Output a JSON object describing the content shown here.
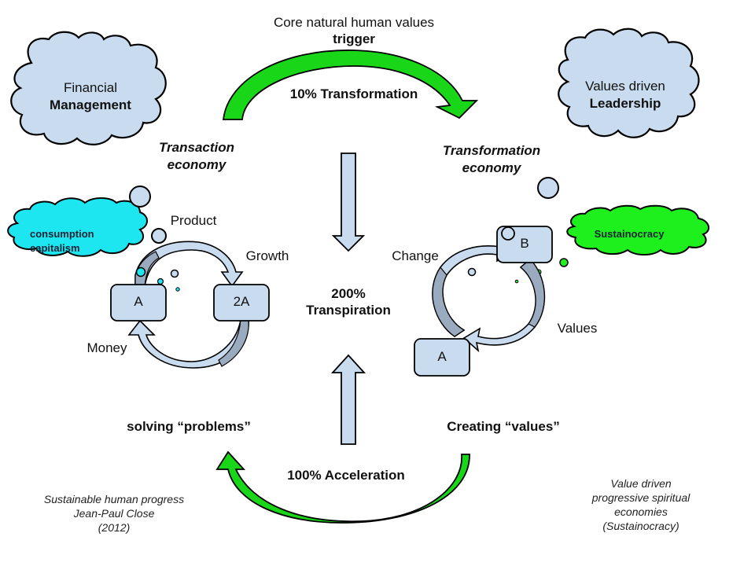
{
  "colors": {
    "cloud_blue": "#c9dcef",
    "cloud_cyan": "#1ee6f0",
    "cloud_green": "#1ef01e",
    "arrow_green": "#19d619",
    "arrow_blue": "#c9dcef",
    "cycle_shadow": "#9aabbf",
    "outline": "#000000"
  },
  "top": {
    "line1": "Core natural human values",
    "line2": "trigger",
    "arrow_label": "10% Transformation"
  },
  "center": {
    "line1": "200%",
    "line2": "Transpiration"
  },
  "bottom": {
    "arrow_label": "100% Acceleration",
    "left_caption": "solving “problems”",
    "right_caption": "Creating “values”"
  },
  "left": {
    "cloud_line1": "Financial",
    "cloud_line2": "Management",
    "economy_line1": "Transaction",
    "economy_line2": "economy",
    "small_cloud_line1": "consumption",
    "small_cloud_line2": "capitalism",
    "cycle": {
      "box_a": "A",
      "box_b": "2A",
      "label_top": "Product",
      "label_right": "Growth",
      "label_bottom": "Money"
    },
    "footer": [
      "Sustainable human progress",
      "Jean-Paul Close",
      "(2012)"
    ]
  },
  "right": {
    "cloud_line1": "Values driven",
    "cloud_line2": "Leadership",
    "economy_line1": "Transformation",
    "economy_line2": "economy",
    "small_cloud": "Sustainocracy",
    "cycle": {
      "box_top": "B",
      "box_bottom": "A",
      "label_left": "Change",
      "label_right": "Values"
    },
    "footer": [
      "Value driven",
      "progressive spiritual",
      "economies",
      "(Sustainocracy)"
    ]
  }
}
